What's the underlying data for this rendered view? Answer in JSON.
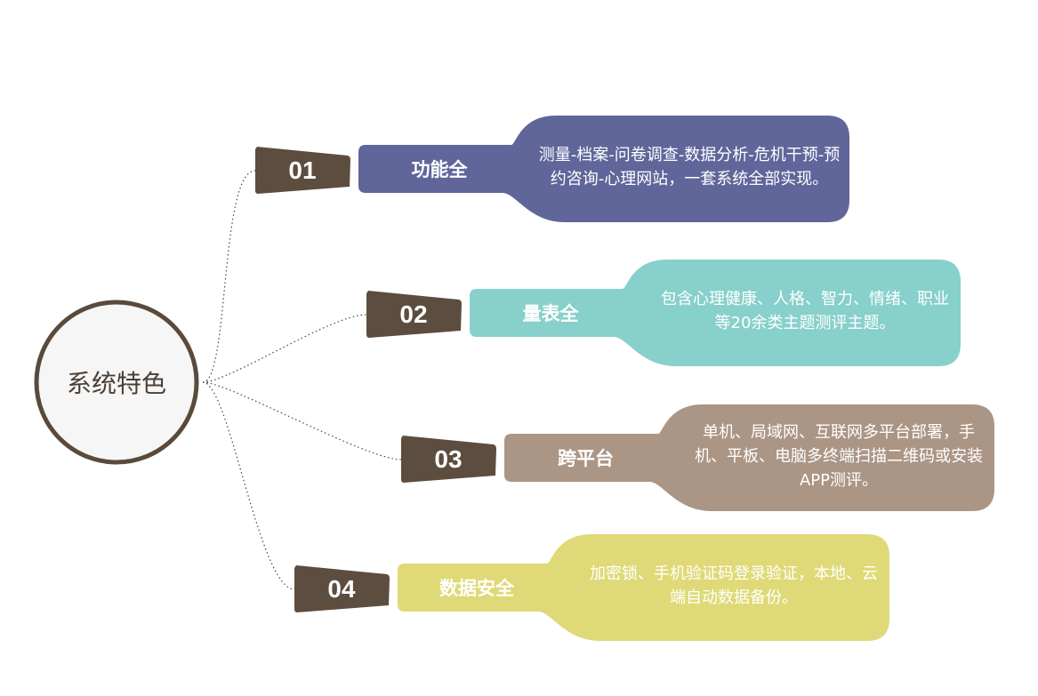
{
  "center": {
    "label": "系统特色"
  },
  "colors": {
    "badge": "#5c4d3e",
    "ring": "#5a4a3c"
  },
  "features": [
    {
      "number": "01",
      "title": "功能全",
      "desc": "测量-档案-问卷调查-数据分析-危机干预-预约咨询-心理网站，一套系统全部实现。",
      "color": "#60669a"
    },
    {
      "number": "02",
      "title": "量表全",
      "desc": "包含心理健康、人格、智力、情绪、职业等20余类主题测评主题。",
      "color": "#87d0cb"
    },
    {
      "number": "03",
      "title": "跨平台",
      "desc": "单机、局域网、互联网多平台部署，手机、平板、电脑多终端扫描二维码或安装APP测评。",
      "color": "#ab9585"
    },
    {
      "number": "04",
      "title": "数据安全",
      "desc": "加密锁、手机验证码登录验证，本地、云端自动数据备份。",
      "color": "#dfd977"
    }
  ]
}
